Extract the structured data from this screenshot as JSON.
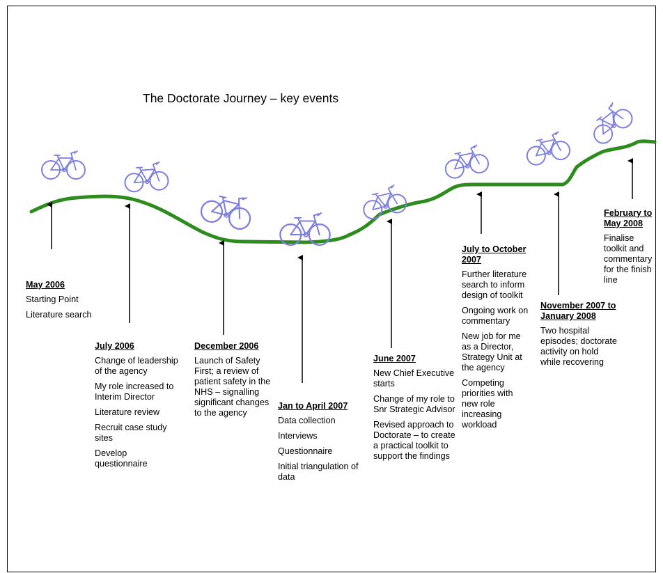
{
  "title": "The Doctorate Journey – key events",
  "colors": {
    "road": "#2e8b1e",
    "bike": "#7d7fe0",
    "ink": "#000000"
  },
  "bike_icon": "bicycle-icon",
  "events": [
    {
      "heading": "May 2006",
      "items": [
        "Starting Point",
        "Literature search"
      ]
    },
    {
      "heading": "July 2006",
      "items": [
        "Change of leadership of the agency",
        "My role increased to Interim Director",
        "Literature review",
        "Recruit case study sites",
        "Develop questionnaire"
      ]
    },
    {
      "heading": "December 2006",
      "items": [
        "Launch of Safety First; a review of patient safety in the NHS – signalling significant changes to the agency"
      ]
    },
    {
      "heading": "Jan to April 2007",
      "items": [
        "Data collection",
        "Interviews",
        "Questionnaire",
        "Initial triangulation of data"
      ]
    },
    {
      "heading": "June 2007",
      "items": [
        "New Chief Executive starts",
        "Change of my role to Snr Strategic Advisor",
        "Revised approach to Doctorate – to create a practical toolkit to support the findings"
      ]
    },
    {
      "heading": "July to October 2007",
      "items": [
        "Further literature search to inform design of toolkit",
        "Ongoing work on commentary",
        "New job for me as a Director, Strategy Unit at the agency",
        "Competing priorities with new role increasing workload"
      ]
    },
    {
      "heading": "November 2007 to January 2008",
      "items": [
        "Two hospital episodes; doctorate activity on hold while recovering"
      ]
    },
    {
      "heading": "February to May  2008",
      "items": [
        "Finalise toolkit and commentary for the finish line"
      ]
    }
  ]
}
